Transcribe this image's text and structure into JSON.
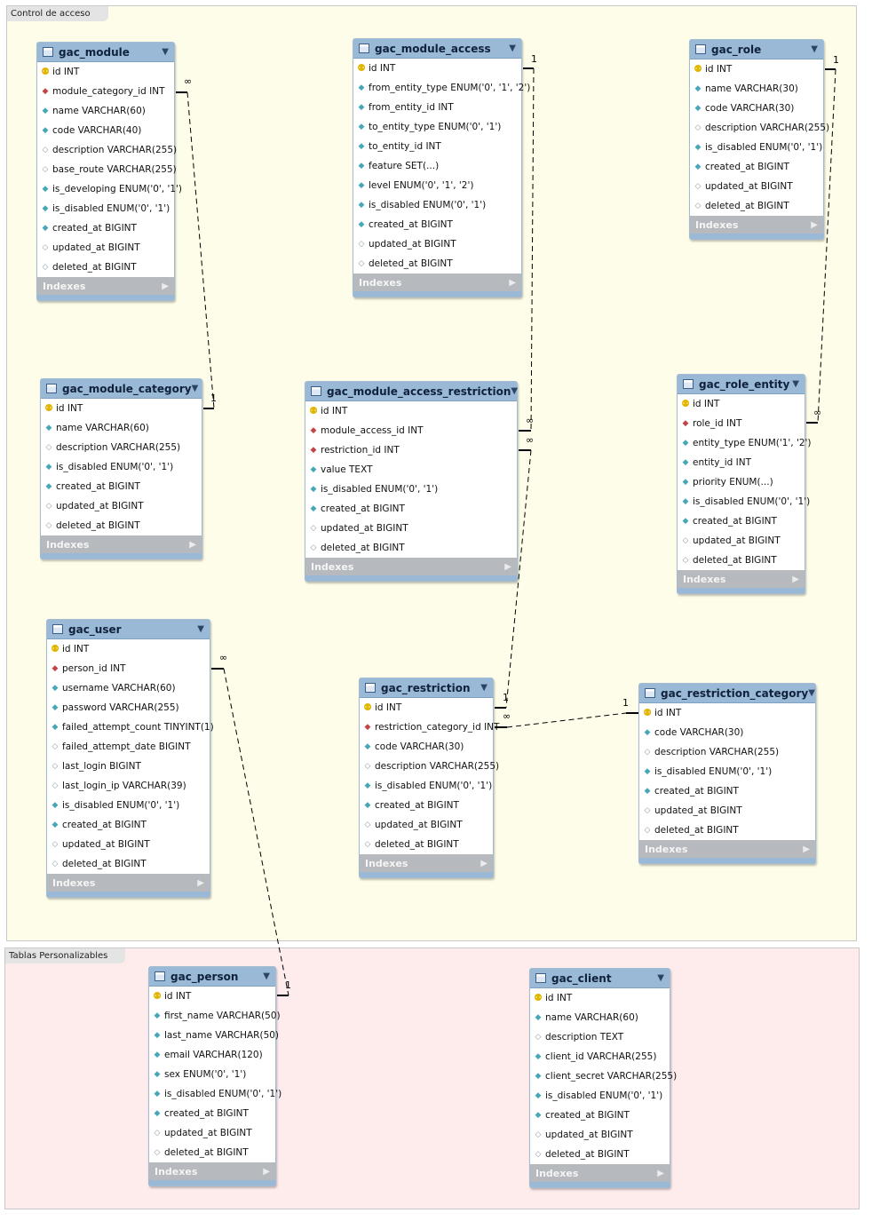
{
  "layers": [
    {
      "id": "control",
      "label": "Control de acceso",
      "bg": "#fdfde9"
    },
    {
      "id": "personal",
      "label": "Tablas Personalizables",
      "bg": "#fdeceb"
    }
  ],
  "indexes_label": "Indexes",
  "tables": {
    "gac_module": {
      "name": "gac_module",
      "columns": [
        {
          "icon": "key",
          "text": "id INT"
        },
        {
          "icon": "fk",
          "text": "module_category_id INT"
        },
        {
          "icon": "col",
          "text": "name VARCHAR(60)"
        },
        {
          "icon": "col",
          "text": "code VARCHAR(40)"
        },
        {
          "icon": "nul",
          "text": "description VARCHAR(255)"
        },
        {
          "icon": "nul",
          "text": "base_route VARCHAR(255)"
        },
        {
          "icon": "col",
          "text": "is_developing ENUM('0', '1')"
        },
        {
          "icon": "col",
          "text": "is_disabled ENUM('0', '1')"
        },
        {
          "icon": "col",
          "text": "created_at BIGINT"
        },
        {
          "icon": "nul",
          "text": "updated_at BIGINT"
        },
        {
          "icon": "nul",
          "text": "deleted_at BIGINT"
        }
      ]
    },
    "gac_module_access": {
      "name": "gac_module_access",
      "columns": [
        {
          "icon": "key",
          "text": "id INT"
        },
        {
          "icon": "col",
          "text": "from_entity_type ENUM('0', '1', '2')"
        },
        {
          "icon": "col",
          "text": "from_entity_id INT"
        },
        {
          "icon": "col",
          "text": "to_entity_type ENUM('0', '1')"
        },
        {
          "icon": "col",
          "text": "to_entity_id INT"
        },
        {
          "icon": "col",
          "text": "feature SET(...)"
        },
        {
          "icon": "col",
          "text": "level ENUM('0', '1', '2')"
        },
        {
          "icon": "col",
          "text": "is_disabled ENUM('0', '1')"
        },
        {
          "icon": "col",
          "text": "created_at BIGINT"
        },
        {
          "icon": "nul",
          "text": "updated_at BIGINT"
        },
        {
          "icon": "nul",
          "text": "deleted_at BIGINT"
        }
      ]
    },
    "gac_role": {
      "name": "gac_role",
      "columns": [
        {
          "icon": "key",
          "text": "id INT"
        },
        {
          "icon": "col",
          "text": "name VARCHAR(30)"
        },
        {
          "icon": "col",
          "text": "code VARCHAR(30)"
        },
        {
          "icon": "nul",
          "text": "description VARCHAR(255)"
        },
        {
          "icon": "col",
          "text": "is_disabled ENUM('0', '1')"
        },
        {
          "icon": "col",
          "text": "created_at BIGINT"
        },
        {
          "icon": "nul",
          "text": "updated_at BIGINT"
        },
        {
          "icon": "nul",
          "text": "deleted_at BIGINT"
        }
      ]
    },
    "gac_module_category": {
      "name": "gac_module_category",
      "columns": [
        {
          "icon": "key",
          "text": "id INT"
        },
        {
          "icon": "col",
          "text": "name VARCHAR(60)"
        },
        {
          "icon": "nul",
          "text": "description VARCHAR(255)"
        },
        {
          "icon": "col",
          "text": "is_disabled ENUM('0', '1')"
        },
        {
          "icon": "col",
          "text": "created_at BIGINT"
        },
        {
          "icon": "nul",
          "text": "updated_at BIGINT"
        },
        {
          "icon": "nul",
          "text": "deleted_at BIGINT"
        }
      ]
    },
    "gac_module_access_restriction": {
      "name": "gac_module_access_restriction",
      "columns": [
        {
          "icon": "key",
          "text": "id INT"
        },
        {
          "icon": "fk",
          "text": "module_access_id INT"
        },
        {
          "icon": "fk",
          "text": "restriction_id INT"
        },
        {
          "icon": "col",
          "text": "value TEXT"
        },
        {
          "icon": "col",
          "text": "is_disabled ENUM('0', '1')"
        },
        {
          "icon": "col",
          "text": "created_at BIGINT"
        },
        {
          "icon": "nul",
          "text": "updated_at BIGINT"
        },
        {
          "icon": "nul",
          "text": "deleted_at BIGINT"
        }
      ]
    },
    "gac_role_entity": {
      "name": "gac_role_entity",
      "columns": [
        {
          "icon": "key",
          "text": "id INT"
        },
        {
          "icon": "fk",
          "text": "role_id INT"
        },
        {
          "icon": "col",
          "text": "entity_type ENUM('1', '2')"
        },
        {
          "icon": "col",
          "text": "entity_id INT"
        },
        {
          "icon": "col",
          "text": "priority ENUM(...)"
        },
        {
          "icon": "col",
          "text": "is_disabled ENUM('0', '1')"
        },
        {
          "icon": "col",
          "text": "created_at BIGINT"
        },
        {
          "icon": "nul",
          "text": "updated_at BIGINT"
        },
        {
          "icon": "nul",
          "text": "deleted_at BIGINT"
        }
      ]
    },
    "gac_user": {
      "name": "gac_user",
      "columns": [
        {
          "icon": "key",
          "text": "id INT"
        },
        {
          "icon": "fk",
          "text": "person_id INT"
        },
        {
          "icon": "col",
          "text": "username VARCHAR(60)"
        },
        {
          "icon": "col",
          "text": "password VARCHAR(255)"
        },
        {
          "icon": "col",
          "text": "failed_attempt_count TINYINT(1)"
        },
        {
          "icon": "nul",
          "text": "failed_attempt_date BIGINT"
        },
        {
          "icon": "nul",
          "text": "last_login BIGINT"
        },
        {
          "icon": "nul",
          "text": "last_login_ip VARCHAR(39)"
        },
        {
          "icon": "col",
          "text": "is_disabled ENUM('0', '1')"
        },
        {
          "icon": "col",
          "text": "created_at BIGINT"
        },
        {
          "icon": "nul",
          "text": "updated_at BIGINT"
        },
        {
          "icon": "nul",
          "text": "deleted_at BIGINT"
        }
      ]
    },
    "gac_restriction": {
      "name": "gac_restriction",
      "columns": [
        {
          "icon": "key",
          "text": "id INT"
        },
        {
          "icon": "fk",
          "text": "restriction_category_id INT"
        },
        {
          "icon": "col",
          "text": "code VARCHAR(30)"
        },
        {
          "icon": "nul",
          "text": "description VARCHAR(255)"
        },
        {
          "icon": "col",
          "text": "is_disabled ENUM('0', '1')"
        },
        {
          "icon": "col",
          "text": "created_at BIGINT"
        },
        {
          "icon": "nul",
          "text": "updated_at BIGINT"
        },
        {
          "icon": "nul",
          "text": "deleted_at BIGINT"
        }
      ]
    },
    "gac_restriction_category": {
      "name": "gac_restriction_category",
      "columns": [
        {
          "icon": "key",
          "text": "id INT"
        },
        {
          "icon": "col",
          "text": "code VARCHAR(30)"
        },
        {
          "icon": "nul",
          "text": "description VARCHAR(255)"
        },
        {
          "icon": "col",
          "text": "is_disabled ENUM('0', '1')"
        },
        {
          "icon": "col",
          "text": "created_at BIGINT"
        },
        {
          "icon": "nul",
          "text": "updated_at BIGINT"
        },
        {
          "icon": "nul",
          "text": "deleted_at BIGINT"
        }
      ]
    },
    "gac_person": {
      "name": "gac_person",
      "columns": [
        {
          "icon": "key",
          "text": "id INT"
        },
        {
          "icon": "col",
          "text": "first_name VARCHAR(50)"
        },
        {
          "icon": "col",
          "text": "last_name VARCHAR(50)"
        },
        {
          "icon": "col",
          "text": "email VARCHAR(120)"
        },
        {
          "icon": "col",
          "text": "sex ENUM('0', '1')"
        },
        {
          "icon": "col",
          "text": "is_disabled ENUM('0', '1')"
        },
        {
          "icon": "col",
          "text": "created_at BIGINT"
        },
        {
          "icon": "nul",
          "text": "updated_at BIGINT"
        },
        {
          "icon": "nul",
          "text": "deleted_at BIGINT"
        }
      ]
    },
    "gac_client": {
      "name": "gac_client",
      "columns": [
        {
          "icon": "key",
          "text": "id INT"
        },
        {
          "icon": "col",
          "text": "name VARCHAR(60)"
        },
        {
          "icon": "nul",
          "text": "description TEXT"
        },
        {
          "icon": "col",
          "text": "client_id VARCHAR(255)"
        },
        {
          "icon": "col",
          "text": "client_secret VARCHAR(255)"
        },
        {
          "icon": "col",
          "text": "is_disabled ENUM('0', '1')"
        },
        {
          "icon": "col",
          "text": "created_at BIGINT"
        },
        {
          "icon": "nul",
          "text": "updated_at BIGINT"
        },
        {
          "icon": "nul",
          "text": "deleted_at BIGINT"
        }
      ]
    }
  },
  "relationships": [
    {
      "id": "module-category",
      "many": "∞",
      "one": "1"
    },
    {
      "id": "access-restriction-access",
      "many": "∞",
      "one": "1"
    },
    {
      "id": "role-entity",
      "many": "∞",
      "one": "1"
    },
    {
      "id": "access-restriction-restriction",
      "many": "∞",
      "one": "1"
    },
    {
      "id": "restriction-category",
      "many": "∞",
      "one": "1"
    },
    {
      "id": "user-person",
      "many": "∞",
      "one": "1"
    }
  ],
  "colors": {
    "header": "#9ab9d6",
    "indexes_bar": "#b6b9bd",
    "key_icon": "#e2b600",
    "fk_icon": "#c24444",
    "column_icon": "#47a7b8"
  }
}
